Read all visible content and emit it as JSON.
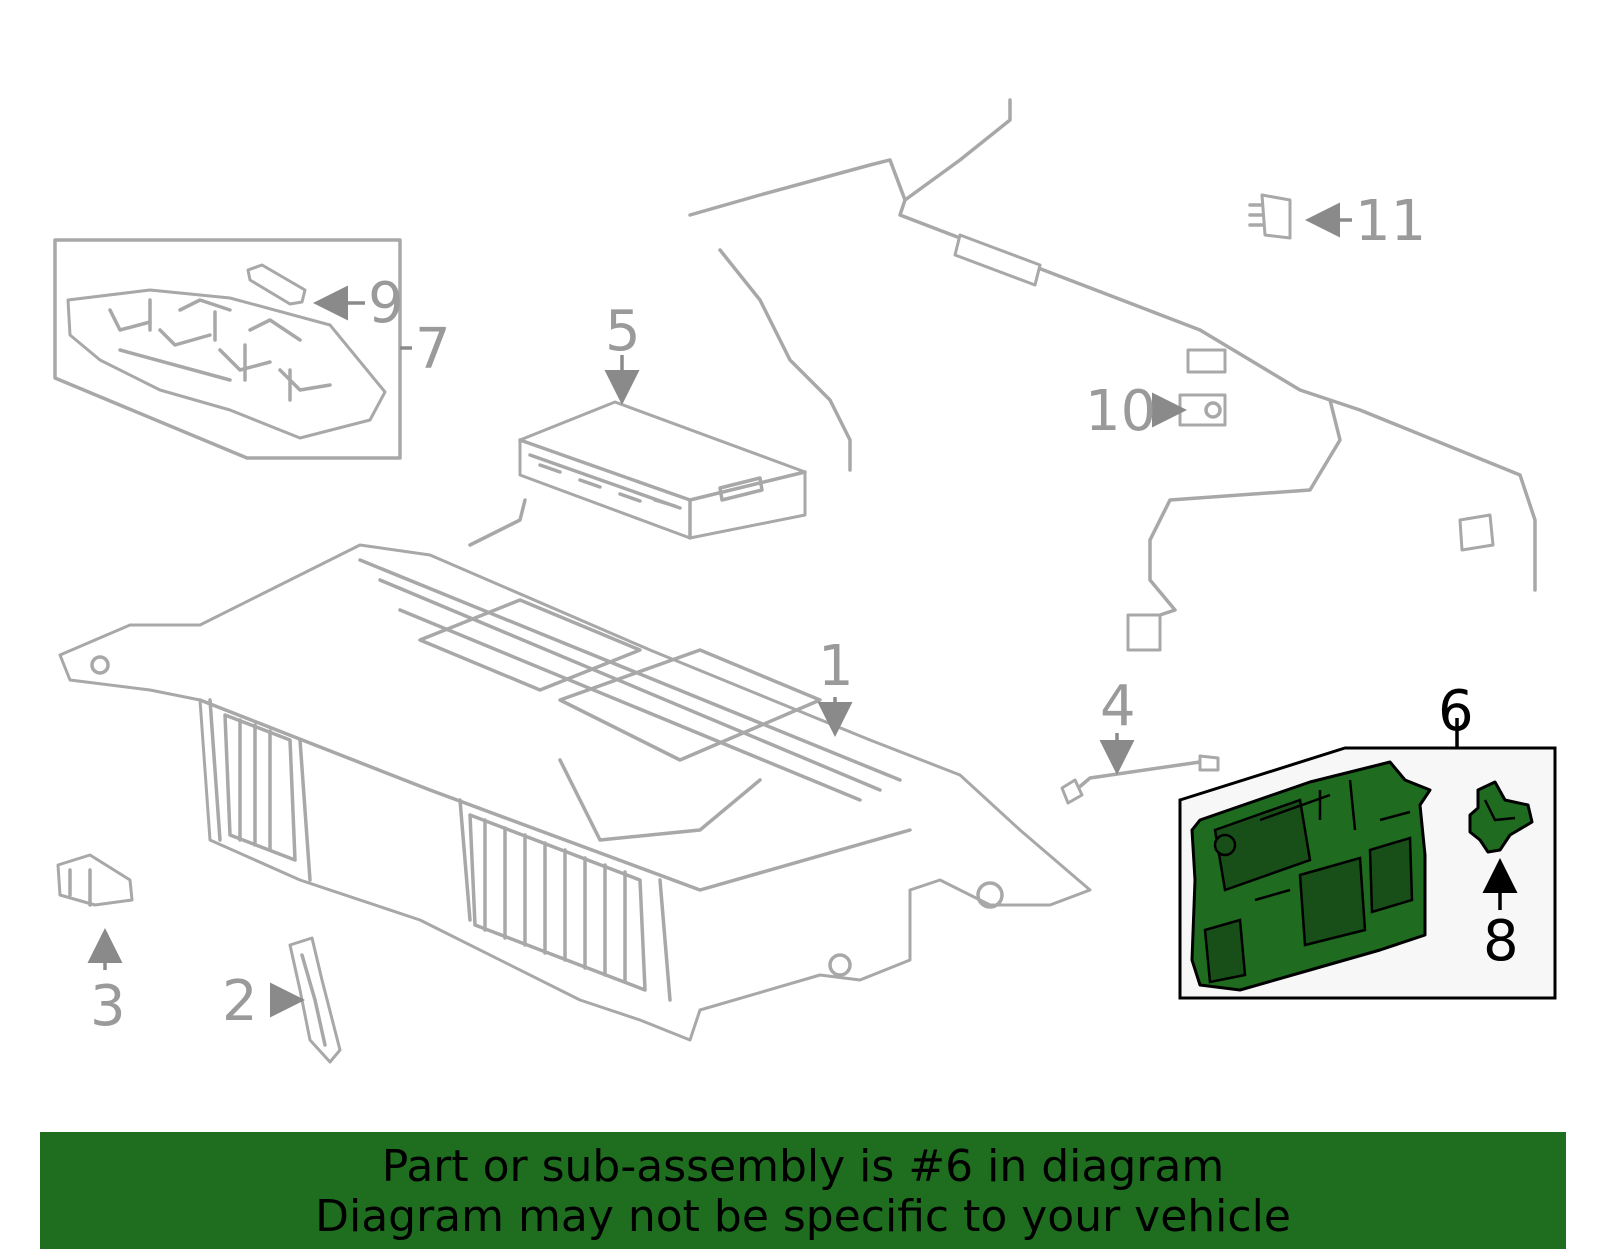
{
  "callouts": {
    "c1": "1",
    "c2": "2",
    "c3": "3",
    "c4": "4",
    "c5": "5",
    "c6": "6",
    "c7": "7",
    "c8": "8",
    "c9": "9",
    "c10": "10",
    "c11": "11"
  },
  "highlighted_part": "6",
  "colors": {
    "highlight": "#1f6e1f",
    "line_art": "#a8a8a8",
    "banner": "#1f6e1f"
  },
  "banner": {
    "line1": "Part or sub-assembly is #6 in diagram",
    "line2": "Diagram may not be specific to your vehicle"
  }
}
